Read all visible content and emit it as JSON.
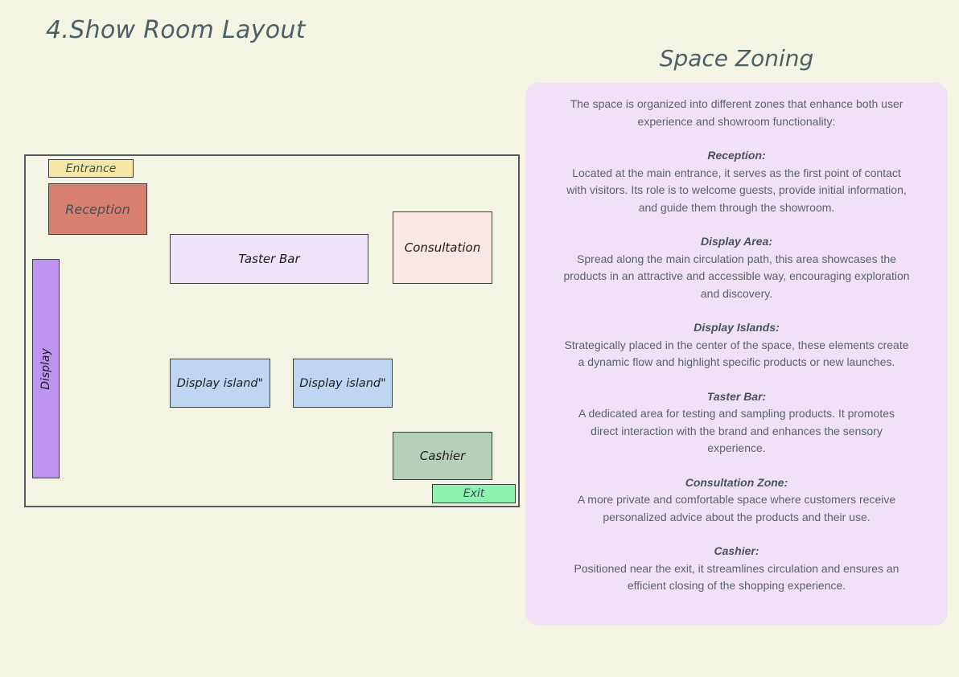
{
  "page": {
    "title": "4.Show Room Layout"
  },
  "floor_plan": {
    "rooms": [
      {
        "id": "entrance",
        "label": "Entrance",
        "color": "#f7e7a5"
      },
      {
        "id": "reception",
        "label": "Reception",
        "color": "#d8806f"
      },
      {
        "id": "taster-bar",
        "label": "Taster Bar",
        "color": "#efe3fa"
      },
      {
        "id": "consultation",
        "label": "Consultation",
        "color": "#f9e7e3"
      },
      {
        "id": "display",
        "label": "Display",
        "color": "#bd94f2"
      },
      {
        "id": "display-island-1",
        "label": "Display island\"",
        "color": "#bfd5f4"
      },
      {
        "id": "display-island-2",
        "label": "Display island\"",
        "color": "#bfd5f4"
      },
      {
        "id": "cashier",
        "label": "Cashier",
        "color": "#b4cfba"
      },
      {
        "id": "exit",
        "label": "Exit",
        "color": "#8df2ad"
      }
    ],
    "border_color": "#55585c"
  },
  "panel": {
    "title": "Space Zoning",
    "bg_color": "#f1e1f7",
    "intro": "The space is organized into different zones that enhance both user\nexperience and showroom functionality:",
    "sections": [
      {
        "heading": "Reception:",
        "body": "Located at the main entrance, it serves as the first point of contact\nwith visitors. Its role is to welcome guests, provide initial information,\nand guide them through the showroom."
      },
      {
        "heading": "Display Area:",
        "body": "Spread along the main circulation path, this area showcases the\nproducts in an attractive and accessible way, encouraging exploration\nand discovery."
      },
      {
        "heading": "Display Islands:",
        "body": "Strategically placed in the center of the space, these elements create\na dynamic flow and highlight specific products or new launches."
      },
      {
        "heading": "Taster Bar:",
        "body": "A dedicated area for testing and sampling products. It promotes\ndirect interaction with the brand and enhances the sensory\nexperience."
      },
      {
        "heading": "Consultation Zone:",
        "body": "A more private and comfortable space where customers receive\npersonalized advice about the products and their use."
      },
      {
        "heading": "Cashier:",
        "body": "Positioned near the exit, it streamlines circulation and ensures an\nefficient closing of the shopping experience."
      }
    ]
  }
}
